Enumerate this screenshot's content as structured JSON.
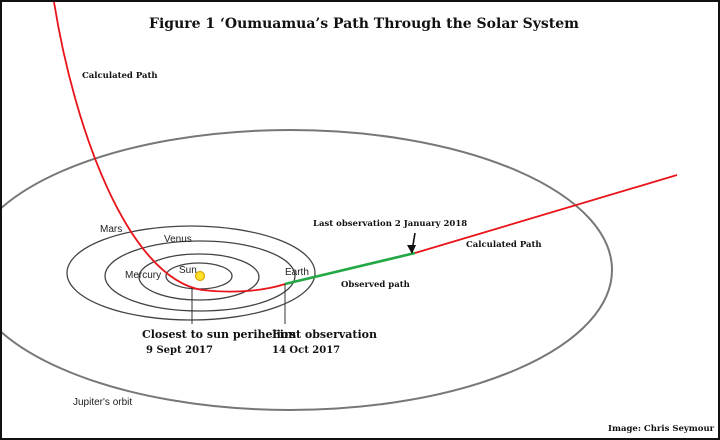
{
  "figure": {
    "title": "Figure 1 ‘Oumuamua’s Path Through the Solar System",
    "credit": "Image: Chris Seymour"
  },
  "labels": {
    "calculated_path_top": "Calculated Path",
    "calculated_path_right": "Calculated Path",
    "observed_path": "Observed path",
    "last_observation": "Last observation 2 January 2018",
    "closest_line1": "Closest to sun perihelion",
    "closest_line2": "9 Sept 2017",
    "first_obs_line1": "First observation",
    "first_obs_line2": "14 Oct 2017"
  },
  "bodies": {
    "sun": "Sun",
    "mercury": "Mercury",
    "venus": "Venus",
    "earth": "Earth",
    "mars": "Mars",
    "jupiter": "Jupiter's orbit"
  },
  "colors": {
    "calculated_path": "#e8141a",
    "observed_path": "#22a845",
    "sun_fill": "#ffe12a",
    "sun_stroke": "#e0a800",
    "orbits": "#444444"
  }
}
